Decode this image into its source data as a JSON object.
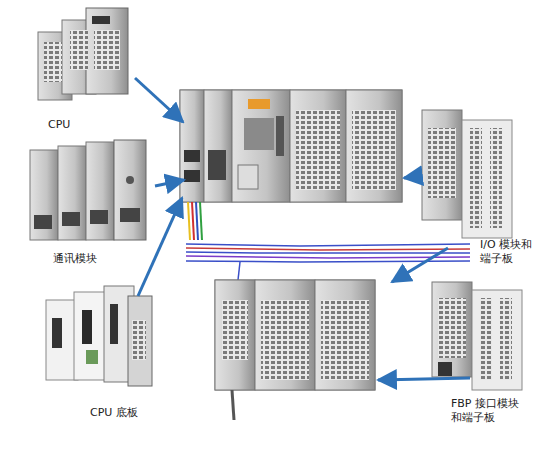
{
  "diagram": {
    "nodes": [
      {
        "text": [
          "CPU"
        ]
      },
      {
        "text": [
          "通讯模块"
        ]
      },
      {
        "text": [
          "CPU 底板"
        ]
      },
      {
        "text": [
          "I/O 模块和 端子板"
        ]
      },
      {
        "text": [
          "FBP 接口模块 和端子板"
        ]
      }
    ]
  }
}
